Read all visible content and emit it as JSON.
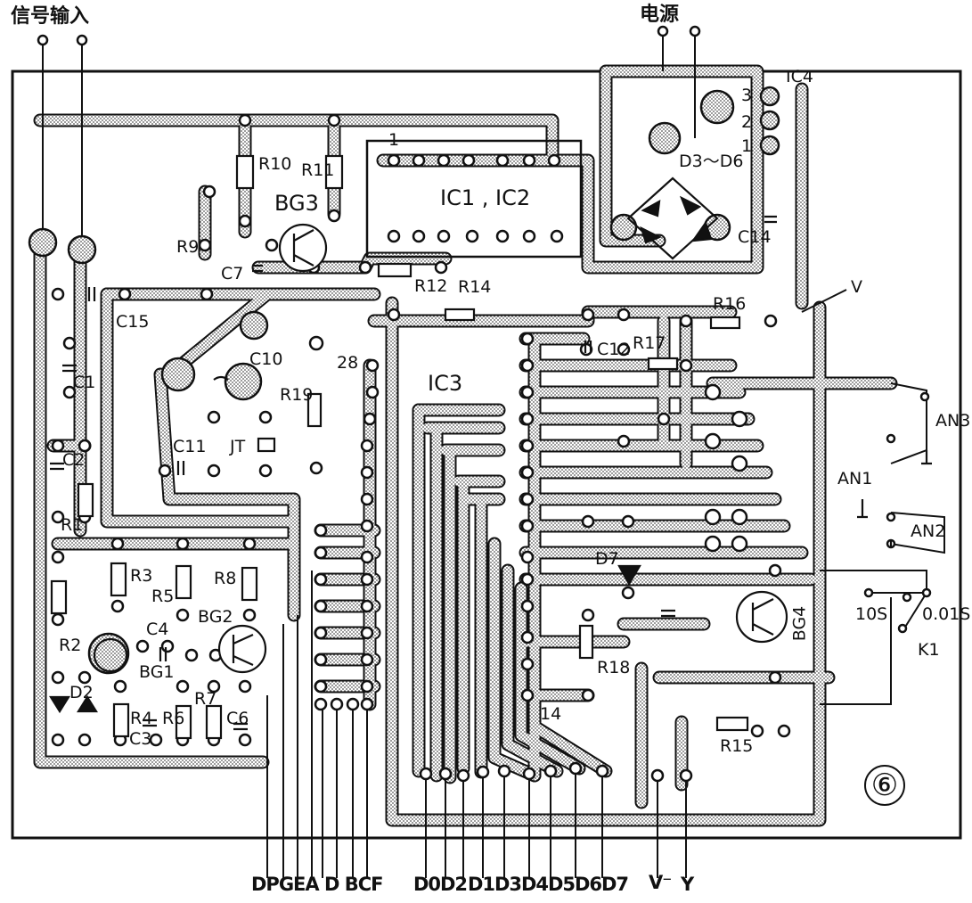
{
  "header": {
    "signal_input": "信号输入",
    "power": "电源"
  },
  "components": {
    "r1": "R1",
    "r2": "R2",
    "r3": "R3",
    "r4": "R4",
    "r5": "R5",
    "r6": "R6",
    "r7": "R7",
    "r8": "R8",
    "r9": "R9",
    "r10": "R10",
    "r11": "R11",
    "r12": "R12",
    "r14": "R14",
    "r15": "R15",
    "r16": "R16",
    "r17": "R17",
    "r18": "R18",
    "r19": "R19",
    "c1": "C1",
    "c2": "C2",
    "c3": "C3",
    "c4": "C4",
    "c6": "C6",
    "c7": "C7",
    "c10": "C10",
    "c11": "C11",
    "c12": "C12",
    "c14": "C14",
    "c15": "C15",
    "bg1": "BG1",
    "bg2": "BG2",
    "bg3": "BG3",
    "bg4": "BG4",
    "ic12": "IC1 , IC2",
    "ic3": "IC3",
    "ic4": "IC4",
    "d2": "D2",
    "d7": "D7",
    "d3d6": "D3～D6",
    "jt": "JT",
    "an1": "AN1",
    "an2": "AN2",
    "an3": "AN3",
    "k1": "K1",
    "v": "V",
    "t10s": "10S",
    "t001s": "0.01S",
    "pin1": "1",
    "pin28": "28",
    "pin14": "14",
    "ic4_pin1": "1",
    "ic4_pin2": "2",
    "ic4_pin3": "3"
  },
  "bottom_pins": {
    "seg": "DPGEA D BCF",
    "d0": "D0",
    "d2": "D2",
    "d1": "D1",
    "d3": "D3",
    "d4": "D4",
    "d5": "D5",
    "d6": "D6",
    "d7": "D7",
    "v_minus": "V⁻",
    "y": "Y"
  },
  "figure_number": "⑥"
}
